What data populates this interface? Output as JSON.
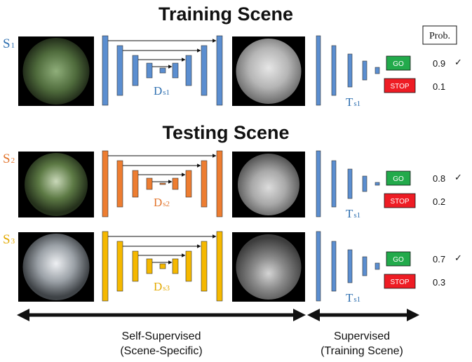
{
  "headings": {
    "training": "Training Scene",
    "testing": "Testing Scene"
  },
  "prob_header": "Prob.",
  "rows": [
    {
      "scene": "S",
      "scene_sub": "1",
      "decoder": "D",
      "decoder_sub": "s1",
      "task": "T",
      "task_sub": "s1",
      "color": "#5b8ed0",
      "label_color": "#2e6fb0",
      "go_label": "GO",
      "stop_label": "STOP",
      "go_prob": "0.9",
      "stop_prob": "0.1",
      "check": "✓"
    },
    {
      "scene": "S",
      "scene_sub": "2",
      "decoder": "D",
      "decoder_sub": "s2",
      "task": "T",
      "task_sub": "s1",
      "color": "#ed7d31",
      "label_color": "#e2742c",
      "go_label": "GO",
      "stop_label": "STOP",
      "go_prob": "0.8",
      "stop_prob": "0.2",
      "check": "✓"
    },
    {
      "scene": "S",
      "scene_sub": "3",
      "decoder": "D",
      "decoder_sub": "s3",
      "task": "T",
      "task_sub": "s1",
      "color": "#f5b800",
      "label_color": "#e3a900",
      "go_label": "GO",
      "stop_label": "STOP",
      "go_prob": "0.7",
      "stop_prob": "0.3",
      "check": "✓"
    }
  ],
  "task_bar_color": "#5b8ed0",
  "task_label_color": "#2e6fb0",
  "colors": {
    "go": "#22aa4b",
    "stop": "#ee1c24"
  },
  "bottom": {
    "left_line1": "Self-Supervised",
    "left_line2": "(Scene-Specific)",
    "right_line1": "Supervised",
    "right_line2": "(Training Scene)"
  }
}
